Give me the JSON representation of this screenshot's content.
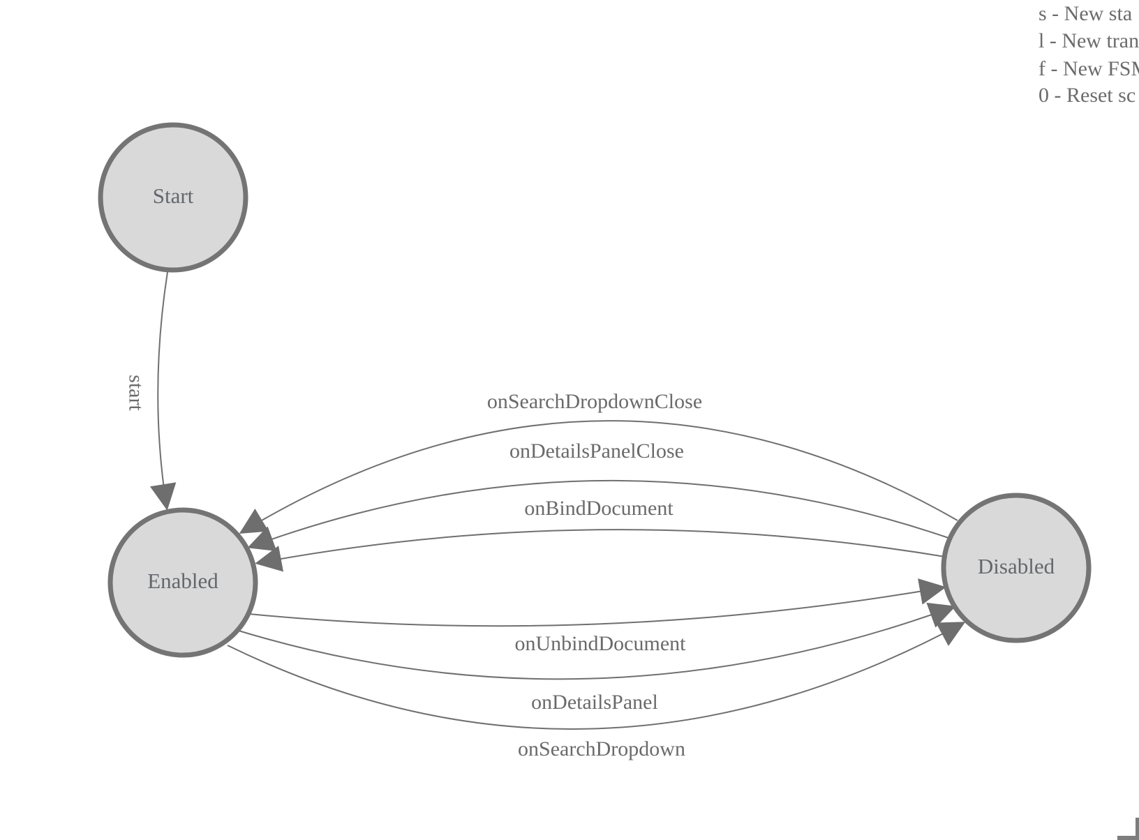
{
  "diagram": {
    "type": "fsm-state-diagram",
    "states": [
      {
        "id": "start",
        "label": "Start"
      },
      {
        "id": "enabled",
        "label": "Enabled"
      },
      {
        "id": "disabled",
        "label": "Disabled"
      }
    ],
    "transitions": [
      {
        "label": "start",
        "from": "Start",
        "to": "Enabled"
      },
      {
        "label": "onSearchDropdownClose",
        "from": "Disabled",
        "to": "Enabled"
      },
      {
        "label": "onDetailsPanelClose",
        "from": "Disabled",
        "to": "Enabled"
      },
      {
        "label": "onBindDocument",
        "from": "Disabled",
        "to": "Enabled"
      },
      {
        "label": "onUnbindDocument",
        "from": "Enabled",
        "to": "Disabled"
      },
      {
        "label": "onDetailsPanel",
        "from": "Enabled",
        "to": "Disabled"
      },
      {
        "label": "onSearchDropdown",
        "from": "Enabled",
        "to": "Disabled"
      }
    ]
  },
  "legend": {
    "lines": [
      "s - New sta",
      "l - New tran",
      "f - New FSM",
      "0 - Reset sc"
    ]
  },
  "colors": {
    "background": "#ffffff",
    "state_fill": "#d9d9d9",
    "state_stroke": "#747474",
    "edge_stroke": "#6f6f6f",
    "arrowhead_fill": "#6e6e6e",
    "state_label_text": "#63676c",
    "edge_label_text": "#6a6a6a",
    "legend_text": "#6b6b6b"
  }
}
